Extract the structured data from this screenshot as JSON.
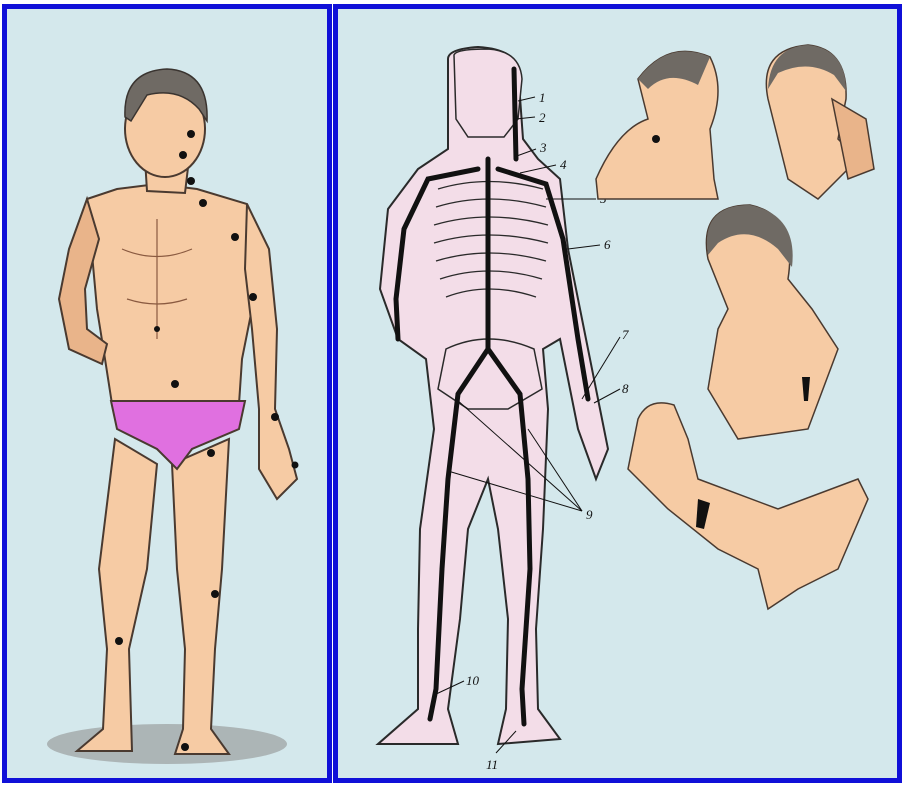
{
  "colors": {
    "frame": "#1010d8",
    "background": "#d4e8ec",
    "skin": "#f6cba4",
    "skin_shade": "#e9b48a",
    "hair": "#6f6a64",
    "swimsuit": "#e070e0",
    "skeleton_fill": "#f3dde8",
    "vessel": "#111111",
    "point": "#111111"
  },
  "left_panel": {
    "pressure_point_count": 14
  },
  "right_panel": {
    "point_labels": [
      "1",
      "2",
      "3",
      "4",
      "5",
      "6",
      "7",
      "8",
      "9",
      "10",
      "11"
    ]
  }
}
